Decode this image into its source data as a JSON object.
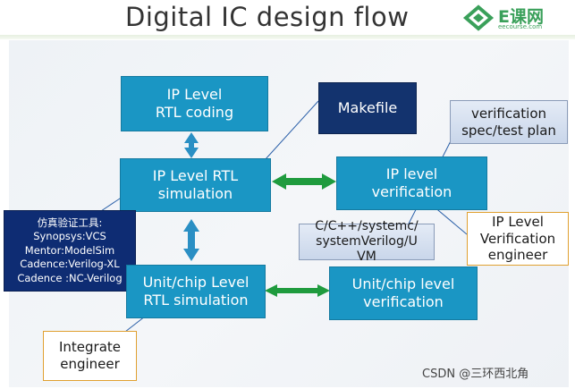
{
  "title": "Digital IC design flow",
  "logo": {
    "brand": "E课网",
    "subtitle": "eecourse.com"
  },
  "boxes": {
    "ip_rtl_coding": "IP Level\nRTL coding",
    "makefile": "Makefile",
    "verification_plan": "verification\nspec/test plan",
    "ip_rtl_simulation": "IP Level RTL\nsimulation",
    "ip_verification": "IP level\nverification",
    "languages": "C/C++/systemc/\nsystemVerilog/U\nVM",
    "ip_verification_engineer": "IP Level\nVerification\nengineer",
    "unit_rtl_simulation": "Unit/chip Level\nRTL simulation",
    "unit_verification": "Unit/chip level\nverification",
    "integrate_engineer": "Integrate\nengineer"
  },
  "tools": {
    "heading": "仿真验证工具:",
    "items": [
      "Synopsys:VCS",
      "Mentor:ModelSim",
      "Cadence:Verilog-XL",
      "Cadence :NC-Verilog"
    ]
  },
  "watermark": "CSDN @三环西北角",
  "colors": {
    "teal": "#1a96c4",
    "navy": "#13336e",
    "green_arrow": "#1f9b3e",
    "orange_border": "#e0a030"
  }
}
